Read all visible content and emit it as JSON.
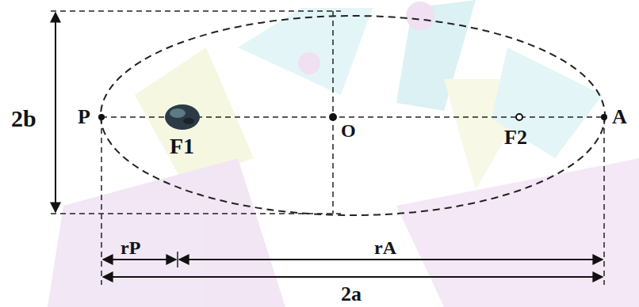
{
  "diagram": {
    "labels": [
      "2b",
      "P",
      "F1",
      "O",
      "F2",
      "A",
      "rP",
      "rA",
      "2a"
    ]
  }
}
